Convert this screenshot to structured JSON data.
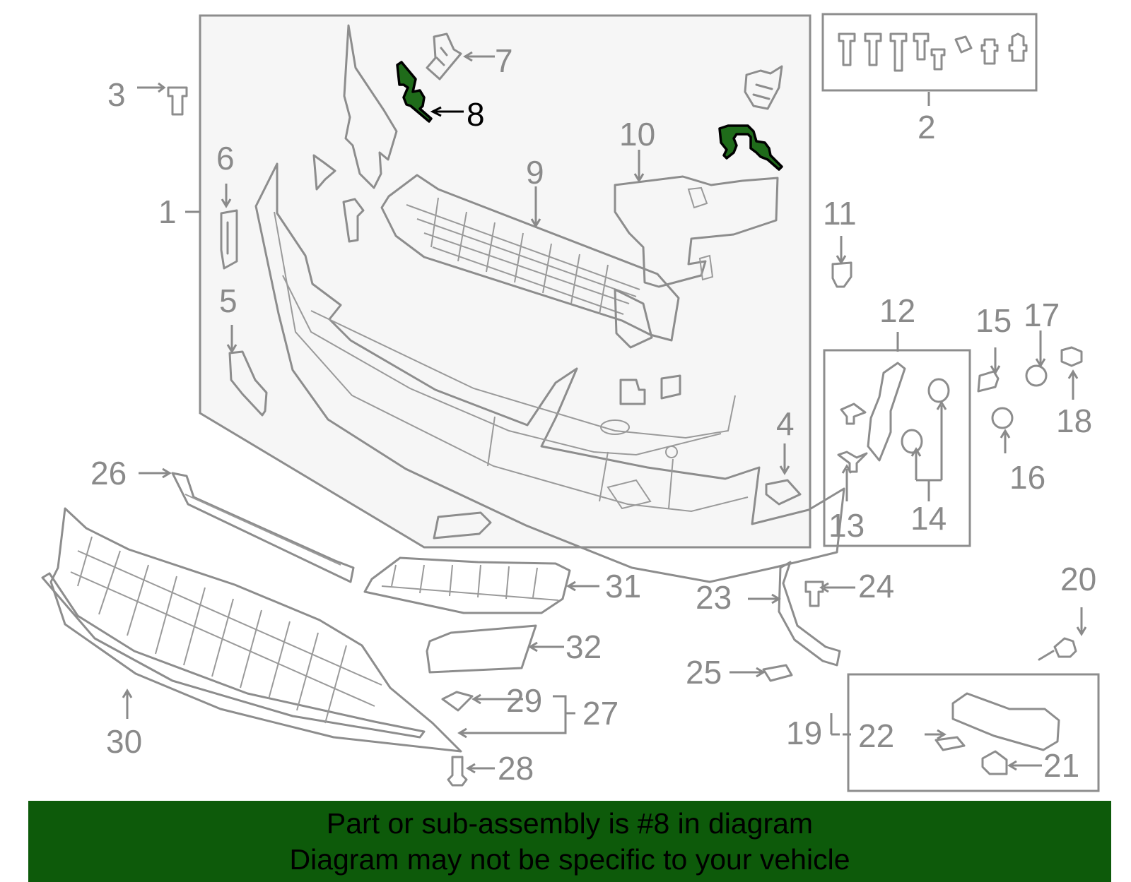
{
  "callouts": {
    "c1": "1",
    "c2": "2",
    "c3": "3",
    "c4": "4",
    "c5": "5",
    "c6": "6",
    "c7": "7",
    "c8": "8",
    "c9": "9",
    "c10": "10",
    "c11": "11",
    "c12": "12",
    "c13": "13",
    "c14": "14",
    "c15": "15",
    "c16": "16",
    "c17": "17",
    "c18": "18",
    "c19": "19",
    "c20": "20",
    "c21": "21",
    "c22": "22",
    "c23": "23",
    "c24": "24",
    "c25": "25",
    "c26": "26",
    "c27": "27",
    "c28": "28",
    "c29": "29",
    "c30": "30",
    "c31": "31",
    "c32": "32"
  },
  "highlighted_part": "8",
  "colors": {
    "highlight": "#1f6b1a",
    "banner": "#0d5a0a",
    "line": "#8d8d8d",
    "label": "#8a8a8a"
  },
  "banner": {
    "line1": "Part or sub-assembly is #8 in diagram",
    "line2": "Diagram may not be specific to your vehicle"
  }
}
